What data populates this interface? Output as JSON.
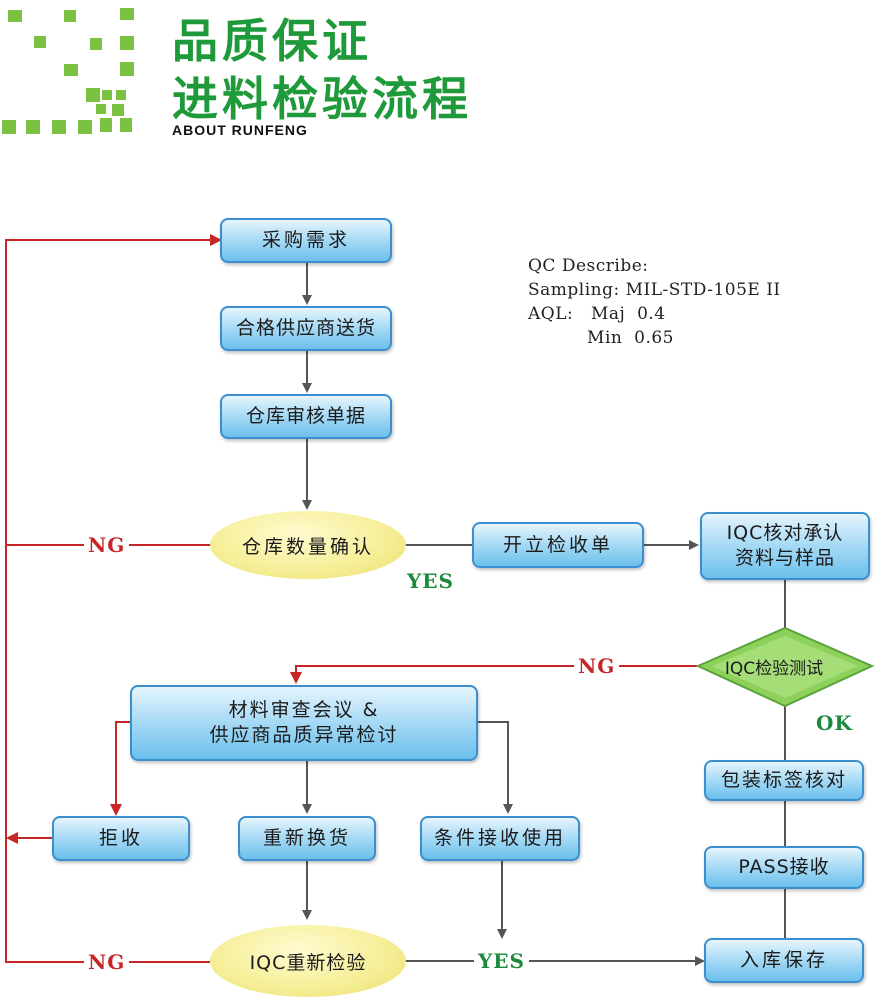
{
  "header": {
    "title_line1": "品质保证",
    "title_line2": "进料检验流程",
    "subtitle": "ABOUT RUNFENG"
  },
  "qc_note": {
    "line1": "QC Describe:",
    "line2": "Sampling: MIL-STD-105E II",
    "line3": "AQL:   Maj  0.4",
    "line4": "          Min  0.65"
  },
  "nodes": {
    "purchase_demand": "采购需求",
    "supplier_delivery": "合格供应商送货",
    "warehouse_audit": "仓库审核单据",
    "warehouse_qty_check": "仓库数量确认",
    "open_receipt": "开立检收单",
    "iqc_verify": "IQC核对承认资料与样品",
    "iqc_verify_line1": "IQC核对承认",
    "iqc_verify_line2": "资料与样品",
    "iqc_test": "IQC检验测试",
    "mrb_line1": "材料审查会议 &",
    "mrb_line2": "供应商品质异常检讨",
    "reject": "拒收",
    "replace": "重新换货",
    "conditional_accept": "条件接收使用",
    "label_check": "包装标签核对",
    "pass_accept": "PASS接收",
    "iqc_reinspect": "IQC重新检验",
    "store": "入库保存"
  },
  "edge_labels": {
    "ng_qty": "NG",
    "yes_qty": "YES",
    "ng_test": "NG",
    "ok_test": "OK",
    "ng_reinspect": "NG",
    "yes_reinspect": "YES"
  },
  "colors": {
    "brand_green": "#1f9a3a",
    "logo_green": "#7cc242",
    "box_blue": "#6cc0ec",
    "ellipse_yellow": "#f5ee95",
    "diamond_green": "#8ed15a",
    "ng_red": "#c82626",
    "connector_gray": "#555555"
  }
}
